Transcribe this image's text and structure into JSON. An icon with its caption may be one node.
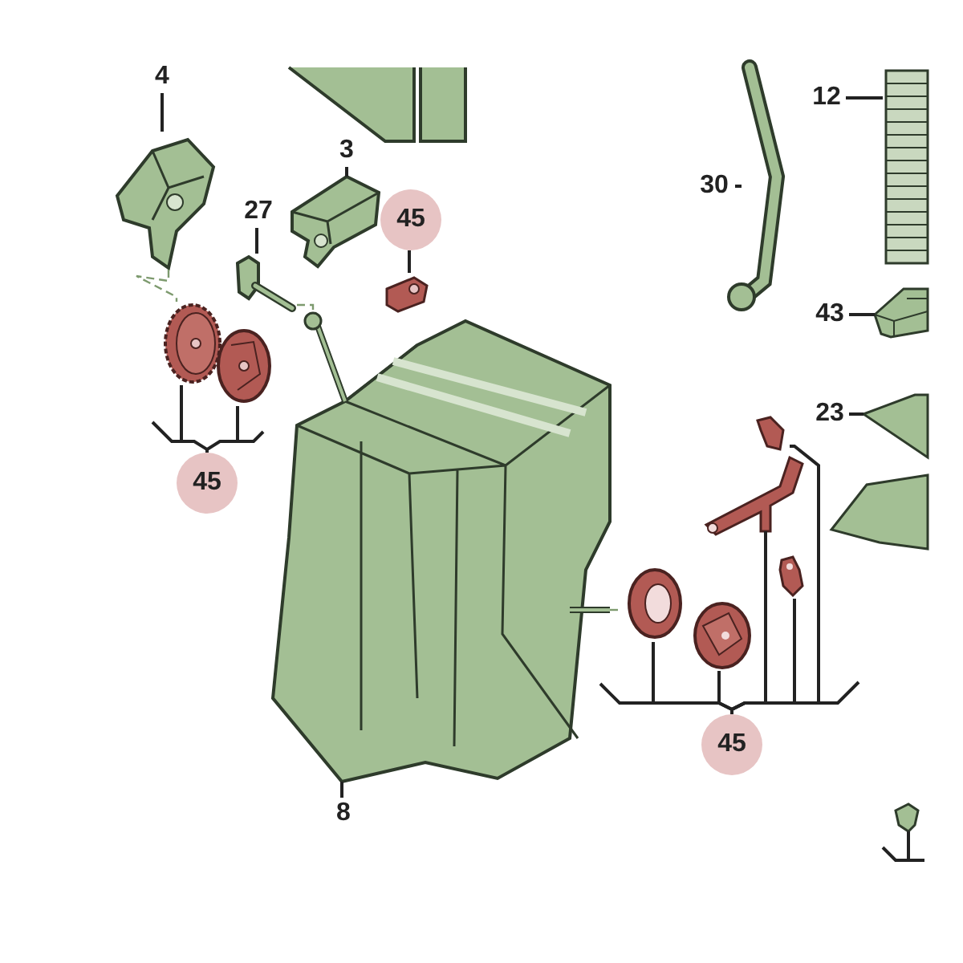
{
  "diagram": {
    "nodes": [
      {
        "text": [
          "4"
        ]
      },
      {
        "text": [],
        "shape": "picture"
      },
      {
        "text": [
          "3"
        ]
      },
      {
        "text": [],
        "shape": "picture"
      },
      {
        "text": [
          "27"
        ]
      },
      {
        "text": [],
        "shape": "picture"
      },
      {
        "text": [
          "45"
        ]
      },
      {
        "text": [],
        "shape": "picture"
      },
      {
        "text": [],
        "shape": "picture"
      },
      {
        "text": [],
        "shape": "picture"
      },
      {
        "text": [
          "45"
        ]
      },
      {
        "text": [],
        "shape": "picture"
      },
      {
        "text": [
          "8"
        ]
      },
      {
        "text": [
          "12"
        ]
      },
      {
        "text": [],
        "shape": "picture"
      },
      {
        "text": [
          "30"
        ]
      },
      {
        "text": [],
        "shape": "picture"
      },
      {
        "text": [
          "43"
        ]
      },
      {
        "text": [],
        "shape": "picture"
      },
      {
        "text": [
          "23"
        ]
      },
      {
        "text": [],
        "shape": "picture"
      },
      {
        "text": [
          "45"
        ]
      },
      {
        "text": [],
        "shape": "picture"
      },
      {
        "text": [],
        "shape": "picture"
      },
      {
        "text": [],
        "shape": "picture"
      },
      {
        "text": [],
        "shape": "picture"
      },
      {
        "text": [],
        "shape": "picture"
      }
    ],
    "edges": [
      {
        "from": 0,
        "to": 1,
        "arrow": "none"
      },
      {
        "from": 2,
        "to": 3,
        "arrow": "none"
      },
      {
        "from": 4,
        "to": 5,
        "arrow": "none"
      },
      {
        "from": 6,
        "to": 7,
        "arrow": "none"
      },
      {
        "from": 10,
        "to": 8,
        "arrow": "none"
      },
      {
        "from": 10,
        "to": 9,
        "arrow": "none"
      },
      {
        "from": 12,
        "to": 11,
        "arrow": "none"
      },
      {
        "from": 13,
        "to": 14,
        "arrow": "none"
      },
      {
        "from": 15,
        "to": 16,
        "arrow": "none"
      },
      {
        "from": 17,
        "to": 18,
        "arrow": "none"
      },
      {
        "from": 19,
        "to": 20,
        "arrow": "none"
      },
      {
        "from": 21,
        "to": 22,
        "arrow": "none"
      },
      {
        "from": 21,
        "to": 23,
        "arrow": "none"
      },
      {
        "from": 21,
        "to": 24,
        "arrow": "none"
      },
      {
        "from": 21,
        "to": 25,
        "arrow": "none"
      },
      {
        "from": 21,
        "to": 26,
        "arrow": "none"
      },
      {
        "from": 1,
        "to": 8,
        "arrow": "none",
        "style": "dashed",
        "color": "#7d9a6e"
      },
      {
        "from": 5,
        "to": 11,
        "arrow": "none",
        "style": "dashed",
        "color": "#7d9a6e"
      },
      {
        "from": 11,
        "to": 22,
        "arrow": "none",
        "style": "dashed",
        "color": "#7d9a6e"
      }
    ]
  }
}
